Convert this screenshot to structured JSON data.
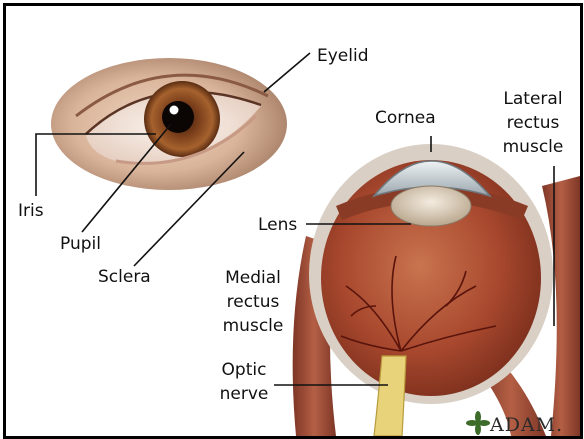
{
  "labels": {
    "eyelid": "Eyelid",
    "cornea": "Cornea",
    "lateral_rectus": [
      "Lateral",
      "rectus",
      "muscle"
    ],
    "iris": "Iris",
    "lens": "Lens",
    "pupil": "Pupil",
    "sclera": "Sclera",
    "medial_rectus": [
      "Medial",
      "rectus",
      "muscle"
    ],
    "optic_nerve": [
      "Optic",
      "nerve"
    ]
  },
  "logo": {
    "text": "ADAM."
  },
  "colors": {
    "skin": "#d9b49a",
    "iris": "#8a4a22",
    "muscle": "#a8553e",
    "eyeball": "#b0533a",
    "nerve": "#e8d27a",
    "leader_line": "#111111"
  }
}
